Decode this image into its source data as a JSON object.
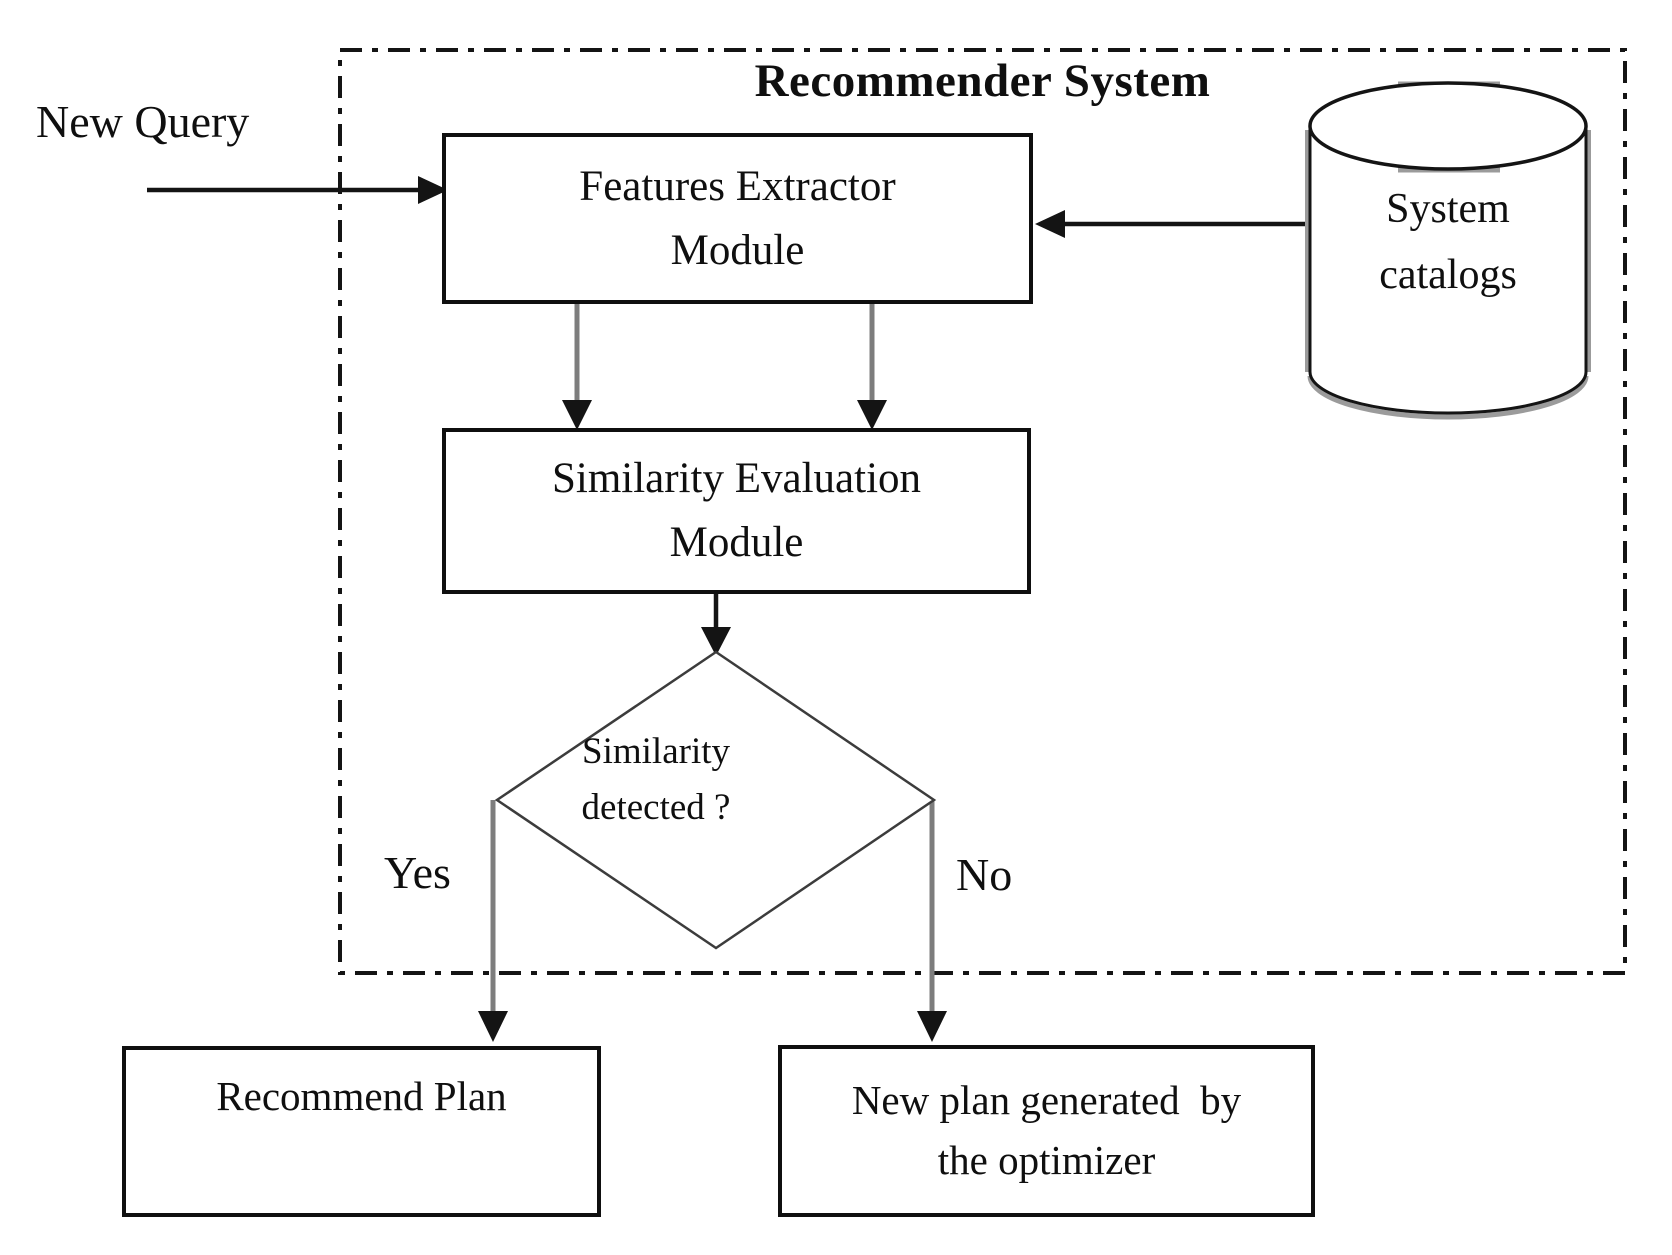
{
  "diagram": {
    "title": "Recommender System",
    "labels": {
      "new_query": "New Query",
      "yes": "Yes",
      "no": "No"
    },
    "nodes": {
      "features_extractor": {
        "line1": "Features Extractor",
        "line2": "Module"
      },
      "similarity_evaluation": {
        "line1": "Similarity Evaluation",
        "line2": "Module"
      },
      "decision": {
        "line1": "Similarity",
        "line2": "detected ?"
      },
      "system_catalogs": {
        "line1": "System",
        "line2": "catalogs"
      },
      "recommend_plan": {
        "label": "Recommend Plan"
      },
      "new_plan": {
        "line1": "New plan generated  by",
        "line2": "the optimizer"
      }
    },
    "colors": {
      "line_black": "#141414",
      "connector_gray": "#7d7d7d",
      "cylinder_shade_gray": "#9b9b9b",
      "diamond_stroke": "#3c3c3c",
      "background": "#ffffff",
      "text": "#0f0f0f"
    }
  }
}
